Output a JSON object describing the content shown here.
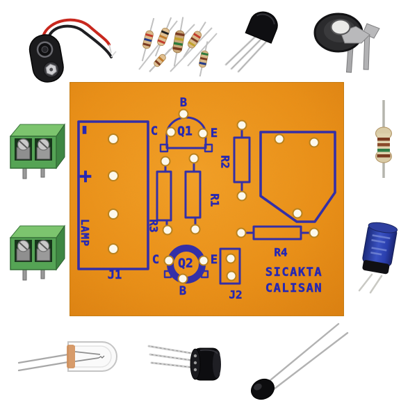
{
  "pcb": {
    "silkscreen_labels": {
      "q1": "Q1",
      "q1_base": "B",
      "q1_collector": "C",
      "q1_emitter": "E",
      "q2": "Q2",
      "q2_base": "B",
      "q2_collector": "C",
      "q2_emitter": "E",
      "r1": "R1",
      "r2": "R2",
      "r3": "R3",
      "r4": "R4",
      "j1": "J1",
      "j2": "J2",
      "polarity_minus": "-",
      "polarity_plus": "+",
      "lamp": "LAMP",
      "caption_line1": "SICAKTA",
      "caption_line2": "CALISAN"
    },
    "colors": {
      "board": "#EE9318",
      "silkscreen": "#2728B2",
      "hole": "#FCF8EC"
    }
  },
  "components": {
    "battery_snap": "9v-battery-snap-connector",
    "resistor_assortment": "loose-resistor-assortment",
    "transistor_top": "to92-transistor",
    "trimmer_pot": "trimmer-potentiometer",
    "terminal_block_upper": "screw-terminal-block-2pin",
    "terminal_block_lower": "screw-terminal-block-2pin",
    "resistor_axial": "axial-resistor",
    "capacitor": "electrolytic-capacitor",
    "lamp_bulb": "miniature-incandescent-lamp",
    "transistor_bottom": "to92-transistor",
    "thermistor": "ntc-thermistor"
  },
  "palette": {
    "wire_red": "#C8281E",
    "wire_black": "#1F1F22",
    "terminal_green": "#55A455",
    "capacitor_blue": "#2A3FAE",
    "lead_silver": "#BDBDBD",
    "resistor_cream": "#D9CBA6"
  }
}
